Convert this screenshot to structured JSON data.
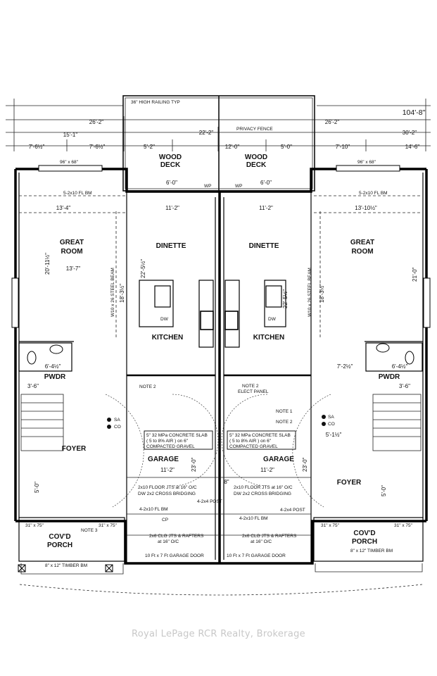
{
  "watermark": "Royal LePage RCR Realty, Brokerage",
  "overall_dims": {
    "overall_width": "104'-8\"",
    "left_width": "26'-2\"",
    "right_width": "26'-2\"",
    "left_15": "15'-1\"",
    "center_22": "22'-2\"",
    "right_30": "30'-2\"",
    "left_7a": "7'-6½\"",
    "left_7b": "7'-6½\"",
    "deck_5": "5'-2\"",
    "deck_12": "12'-0\"",
    "deck_5r": "5'-0\"",
    "right_7": "7'-10\"",
    "right_14": "14'-6\""
  },
  "notes": {
    "railing": "36\" HIGH RAILING TYP",
    "privacy_fence": "PRIVACY FENCE",
    "window_left": "96\" x 68\"",
    "window_right": "96\" x 68\"",
    "beam_left": "5-2x10 FL BM",
    "beam_right": "5-2x10 FL BM",
    "steel_beam": "W10 x 26 STEEL BEAM",
    "wp": "WP",
    "deck_6": "6'-0\"",
    "slab_line1": "5\" 32 MPa CONCRETE SLAB",
    "slab_line2": "( 5 to 8% AIR ) on 6\"",
    "slab_line3": "COMPACTED GRAVEL",
    "floor_joists": "2x10 FLOOR JTS at 16\" O/C",
    "bridging": "DW 2x2 CROSS BRIDGING",
    "post": "4-2x4 POST",
    "fl_bm": "4-2x10 FL BM",
    "clg_jts": "2x6 CLG JTS & RAFTERS",
    "clg_oc": "at 16\" O/C",
    "garage_door": "10 Ft x 7 Ft GARAGE DOOR",
    "timber_bm": "8\" x 12\" TIMBER BM",
    "note1": "NOTE 1",
    "note2": "NOTE 2",
    "note3": "NOTE 3",
    "elect_panel": "ELECT PANEL",
    "sa": "SA",
    "co": "CO",
    "cp": "CP",
    "dw": "DW",
    "porch_31a": "31\" x 75\"",
    "porch_31b": "31\" x 75\""
  },
  "rooms": {
    "wood_deck": "WOOD",
    "wood_deck2": "DECK",
    "great_room_1": "GREAT",
    "great_room_2": "ROOM",
    "dinette": "DINETTE",
    "kitchen": "KITCHEN",
    "pwdr": "PWDR",
    "foyer": "FOYER",
    "garage": "GARAGE",
    "covd": "COV'D",
    "porch": "PORCH"
  },
  "room_dims": {
    "gr_left_w": "13'-4\"",
    "gr_left_h": "20'-11½\"",
    "gr_left_w2": "13'-7\"",
    "gr_right_w": "13'-10½\"",
    "gr_right_h": "21'-0\"",
    "din_w": "11'-2\"",
    "din_h": "22'-5½\"",
    "din_h2": "18'-3½\"",
    "pwdr_w": "6'-4½\"",
    "pwdr_w_r": "7'-2½\"",
    "garage_w": "11'-2\"",
    "garage_h": "23'-0\"",
    "garage_in": "11'-2\"",
    "foyer_h": "5'-0\"",
    "stair_3_6": "3'-6\"",
    "porch_5": "5'-0\"",
    "small_8": "8\"",
    "small_5": "5'-1½\""
  }
}
